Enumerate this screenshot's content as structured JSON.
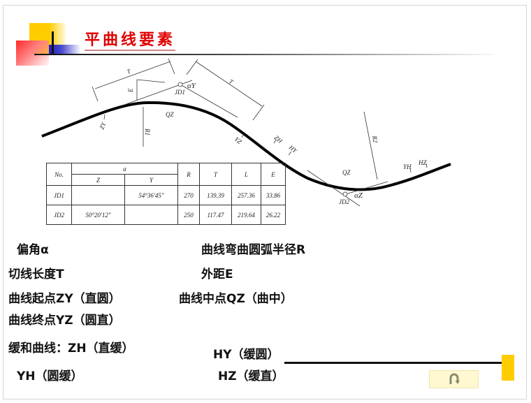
{
  "title": "平曲线要素",
  "diagram": {
    "labels": {
      "T_left": "T",
      "T_right": "T",
      "E": "E",
      "JD1": "JD1",
      "alpha_y": "αY",
      "QZ_top": "QZ",
      "ZY": "ZY",
      "R1": "R1",
      "YZ": "YZ",
      "ZH": "ZH",
      "HY": "HY",
      "R2": "R2",
      "QZ_bottom": "QZ",
      "YH": "YH",
      "HZ": "HZ",
      "JD2": "JD2",
      "alpha_z": "αZ"
    }
  },
  "table": {
    "headers": {
      "no": "No.",
      "alpha": "α",
      "z": "Z",
      "y": "Y",
      "r": "R",
      "t": "T",
      "l": "L",
      "e": "E"
    },
    "rows": [
      {
        "no": "JD1",
        "z": "",
        "y": "54°36′45″",
        "r": "270",
        "t": "139.39",
        "l": "257.36",
        "e": "33.86"
      },
      {
        "no": "JD2",
        "z": "50°20′12″",
        "y": "",
        "r": "250",
        "t": "117.47",
        "l": "219.64",
        "e": "26.22"
      }
    ]
  },
  "terms": {
    "deflection_angle": "偏角α",
    "radius": "曲线弯曲圆弧半径R",
    "tangent_length": "切线长度T",
    "external_distance": "外距E",
    "zy": "曲线起点ZY（直圆）",
    "qz": "曲线中点QZ（曲中）",
    "yz": "曲线终点YZ（圆直）",
    "zh": "缓和曲线：ZH（直缓）",
    "hy": "HY（缓圆）",
    "yh": "YH（圆缓）",
    "hz": "HZ（缓直）"
  },
  "controls": {
    "return_icon": "return-arrow-icon"
  },
  "colors": {
    "title": "#e00000",
    "accent_yellow": "#ffcc00",
    "accent_red": "#ff2a2a",
    "accent_blue": "#2020c0",
    "button_bg": "#fff8d0"
  }
}
